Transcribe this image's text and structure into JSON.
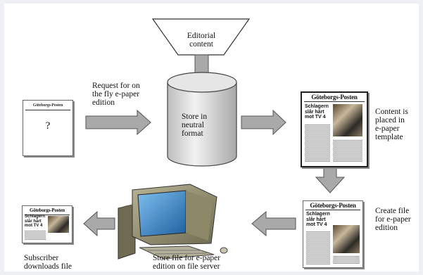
{
  "nodes": {
    "editorial": "Editorial\ncontent",
    "request": "Request for on\nthe fly e-paper\nedition",
    "unknown_mark": "?",
    "store": "Store in\nneutral\nformat",
    "placed": "Content is\nplaced in\ne-paper\ntemplate",
    "create": "Create file\nfor e-paper\nedition",
    "server": "Store file for e-paper\nedition on file server",
    "subscriber": "Subscriber\ndownloads file"
  },
  "newspaper": {
    "masthead": "Göteborgs-Posten",
    "headline": "Schlagern\nslår hårt\nmot TV 4"
  },
  "colors": {
    "arrow_fill": "#a9a9a9",
    "cylinder": "#d8d8d8",
    "monitor": "#9d9878",
    "screen": "#2f7fc4"
  }
}
